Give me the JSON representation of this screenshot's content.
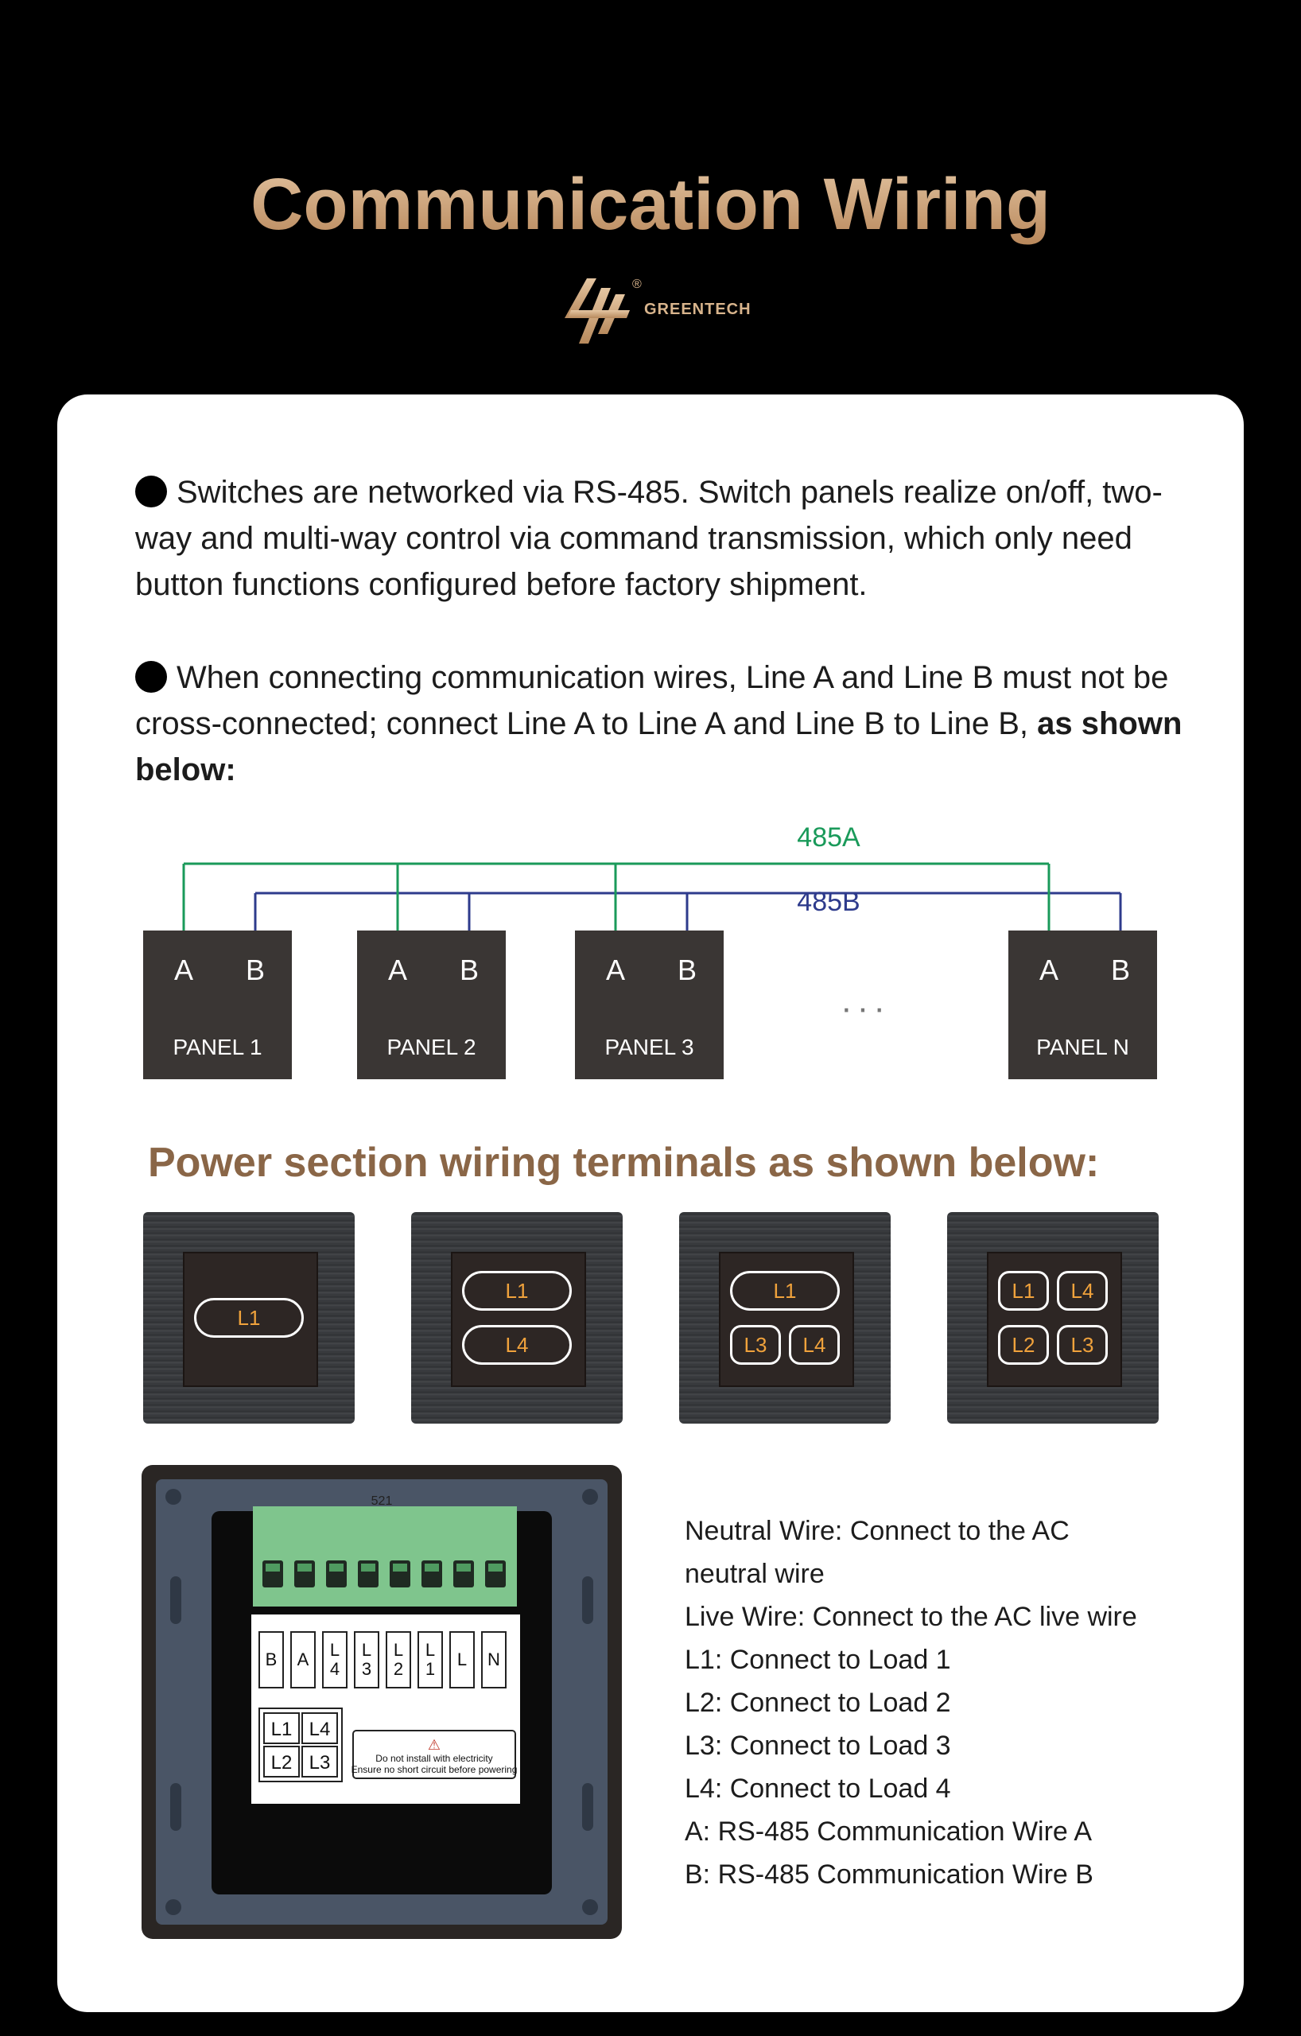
{
  "header": {
    "title": "Communication Wiring",
    "brand": "GREENTECH",
    "brand_mark": "®"
  },
  "intro": {
    "p1": "Switches are networked via RS-485. Switch panels realize on/off, two-way and multi-way control via command transmission, which only need button functions configured before factory shipment.",
    "p2_pre": "When connecting communication wires, Line A and Line B must not be cross-connected; connect Line A to Line A and Line B to Line B, ",
    "p2_bold": "as shown below:"
  },
  "bus_diagram": {
    "line_a_label": "485A",
    "line_b_label": "485B",
    "line_a_color": "#1a9a5a",
    "line_b_color": "#2e3b8c",
    "ellipsis": "···",
    "panels": [
      {
        "a": "A",
        "b": "B",
        "label": "PANEL 1"
      },
      {
        "a": "A",
        "b": "B",
        "label": "PANEL 2"
      },
      {
        "a": "A",
        "b": "B",
        "label": "PANEL 3"
      },
      {
        "a": "A",
        "b": "B",
        "label": "PANEL N"
      }
    ]
  },
  "power": {
    "title": "Power section wiring terminals as shown below:",
    "tiles": [
      {
        "labels": [
          "L1"
        ]
      },
      {
        "labels": [
          "L1",
          "L4"
        ]
      },
      {
        "labels": [
          "L1",
          "L3",
          "L4"
        ]
      },
      {
        "labels": [
          "L1",
          "L4",
          "L2",
          "L3"
        ]
      }
    ]
  },
  "back_panel": {
    "model_mark": "521",
    "terminals": [
      "B",
      "A",
      "L\n4",
      "L\n3",
      "L\n2",
      "L\n1",
      "L",
      "N"
    ],
    "grid": [
      "L1",
      "L4",
      "L2",
      "L3"
    ],
    "warning_line1": "Do not install with electricity",
    "warning_line2": "Ensure no short circuit before powering"
  },
  "legend": [
    "Neutral Wire: Connect to the AC",
    "neutral wire",
    "Live Wire: Connect to the AC live wire",
    "L1: Connect to Load 1",
    "L2: Connect to Load 2",
    "L3: Connect to Load 3",
    "L4: Connect to Load 4",
    "A: RS-485 Communication Wire A",
    "B: RS-485 Communication Wire B"
  ]
}
